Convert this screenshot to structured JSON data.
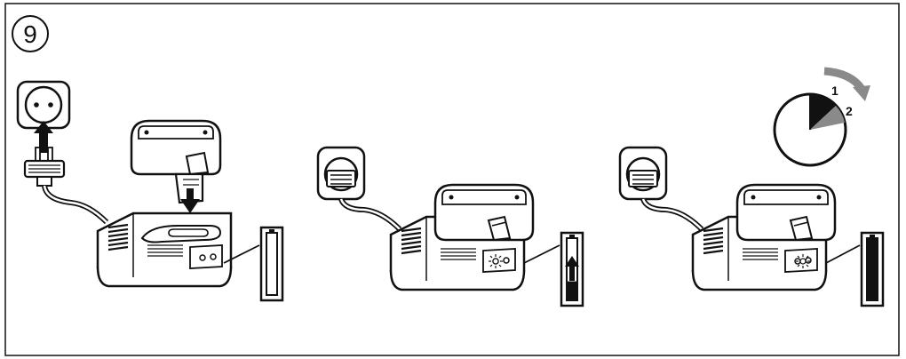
{
  "step": {
    "number": "9"
  },
  "timer": {
    "label_first": "1",
    "label_second": "2",
    "icon": "clock-icon",
    "progress_icon": "curved-arrow-icon"
  },
  "panels": [
    {
      "id": "connect",
      "icon": "wall-socket-icon",
      "plug_icon": "plug-icon",
      "battery_level": 0.0,
      "charging": false,
      "insert_battery": true
    },
    {
      "id": "charging",
      "icon": "wall-socket-plugged-icon",
      "battery_level": 0.3,
      "charging": true,
      "insert_battery": false
    },
    {
      "id": "charged",
      "icon": "wall-socket-plugged-icon",
      "battery_level": 1.0,
      "charging": false,
      "insert_battery": false
    }
  ],
  "colors": {
    "line": "#111111",
    "gray": "#8a8a8a",
    "fill": "#ffffff"
  }
}
